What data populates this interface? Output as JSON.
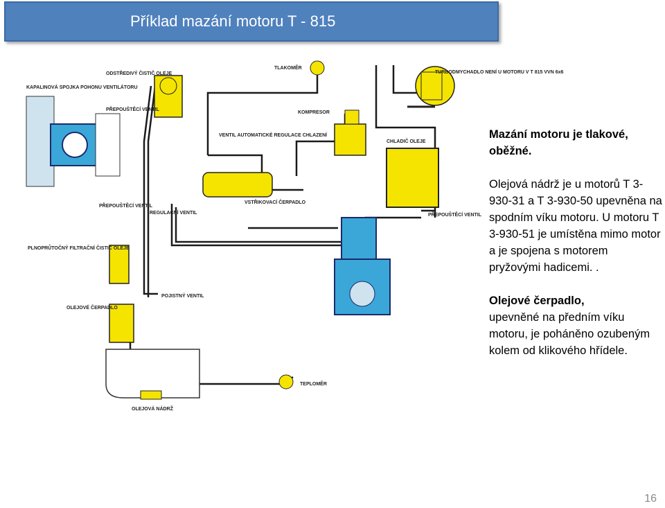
{
  "header": {
    "title": "Příklad mazání motoru T - 815"
  },
  "diagram": {
    "labels": {
      "kapalinova": "KAPALINOVÁ SPOJKA POHONU VENTILÁTORU",
      "odstredivy": "ODSTŘEDIVÝ ČISTIČ OLEJE",
      "prepousteci1": "PŘEPOUŠTĚCÍ VENTIL",
      "tlakomer": "TLAKOMĚR",
      "turbo": "TURBODMYCHADLO NENÍ U MOTORU V T 815 VVN 6x6",
      "kompresor": "KOMPRESOR",
      "ventil_auto": "VENTIL AUTOMATICKÉ REGULACE CHLAZENÍ",
      "chladic": "CHLADIČ OLEJE",
      "vstrikovaci": "VSTŘIKOVACÍ ČERPADLO",
      "prepousteci2": "PŘEPOUŠTĚCÍ VENTIL",
      "regulacni": "REGULAČNÍ VENTIL",
      "prepousteci3": "PŘEPOUŠTĚCÍ VENTIL",
      "plnopruto": "PLNOPRŮTOČNÝ FILTRAČNÍ ČISTIČ OLEJE",
      "pojistny": "POJISTNÝ VENTIL",
      "olejove_cerpadlo": "OLEJOVÉ ČERPADLO",
      "teplomer": "TEPLOMĚR",
      "olejova_nadrz": "OLEJOVÁ NÁDRŽ"
    }
  },
  "text": {
    "p1": "Mazání motoru je tlakové, oběžné.",
    "p2": "Olejová nádrž je u motorů T 3-930-31 a T 3-930-50 upevněna na spodním víku motoru. U motoru T 3-930-51 je umístěna mimo motor a je spojena s motorem pryžovými hadicemi. .",
    "p3_title": "Olejové čerpadlo,",
    "p3": "upevněné na předním víku motoru, je poháněno ozubeným kolem od klikového hřídele."
  },
  "footer": {
    "page": "16"
  }
}
